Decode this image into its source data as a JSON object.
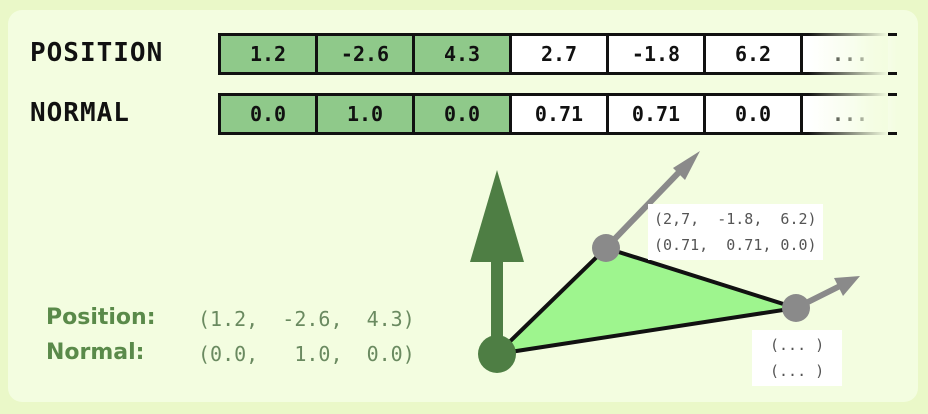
{
  "arrays": [
    {
      "name": "POSITION",
      "cells": [
        "1.2",
        "-2.6",
        "4.3",
        "2.7",
        "-1.8",
        "6.2",
        "..."
      ],
      "highlight": [
        true,
        true,
        true,
        false,
        false,
        false,
        false
      ]
    },
    {
      "name": "NORMAL",
      "cells": [
        "0.0",
        "1.0",
        "0.0",
        "0.71",
        "0.71",
        "0.0",
        "..."
      ],
      "highlight": [
        true,
        true,
        true,
        false,
        false,
        false,
        false
      ]
    }
  ],
  "vertex_info": {
    "position_label": "Position:",
    "position_value": "(1.2,  -2.6,  4.3)",
    "normal_label": "Normal:",
    "normal_value": "(0.0,   1.0,  0.0)"
  },
  "notes": {
    "top_vertex_line1": "(2,7,  -1.8,  6.2)",
    "top_vertex_line2": "(0.71,  0.71, 0.0)",
    "right_vertex_line1": "(... )",
    "right_vertex_line2": "(... )"
  },
  "colors": {
    "highlight_cell": "#8fc98a",
    "triangle_fill": "#9ef58e",
    "normal_arrow_main": "#4e7e44",
    "normal_arrow_other": "#8a8a8a",
    "vertex_main": "#4e7e44",
    "vertex_other": "#8a8a8a",
    "panel_bg": "#f3fde0",
    "outer_bg": "#eaf8c8"
  }
}
